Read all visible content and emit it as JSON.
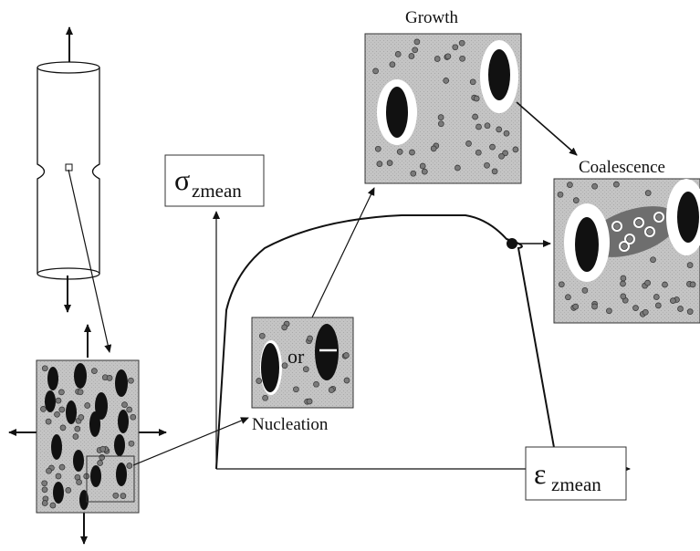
{
  "labels": {
    "growth": "Growth",
    "coalescence": "Coalescence",
    "nucleation": "Nucleation",
    "or": "or",
    "sigma_symbol": "σ",
    "sigma_sub": "zmean",
    "epsilon_symbol": "ε",
    "epsilon_sub": "zmean"
  },
  "colors": {
    "panel": "#bdbdbd",
    "particle": "#7a7a7a",
    "void": "#111111",
    "halo": "#ffffff"
  }
}
